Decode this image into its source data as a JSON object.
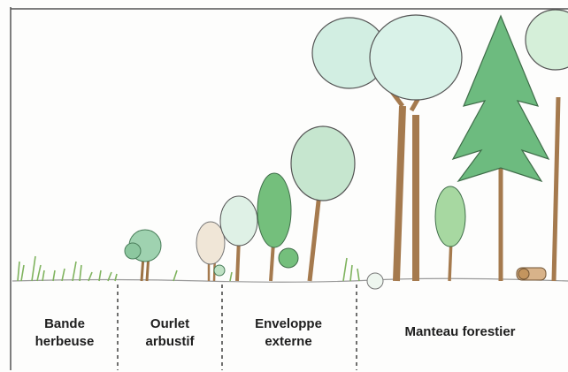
{
  "zones": [
    {
      "id": "bande",
      "line1": "Bande",
      "line2": "herbeuse"
    },
    {
      "id": "ourlet",
      "line1": "Ourlet",
      "line2": "arbustif"
    },
    {
      "id": "enveloppe",
      "line1": "Enveloppe",
      "line2": "externe"
    },
    {
      "id": "manteau",
      "line1": "Manteau forestier"
    }
  ],
  "colors": {
    "trunk": "#a57a4e",
    "foliage_light": "#cdeadf",
    "foliage_mid": "#9fd2b0",
    "foliage_green": "#74bf7c",
    "conifer": "#5aaa6e",
    "grass": "#8dbf6a",
    "outline": "#4a4a4a"
  }
}
